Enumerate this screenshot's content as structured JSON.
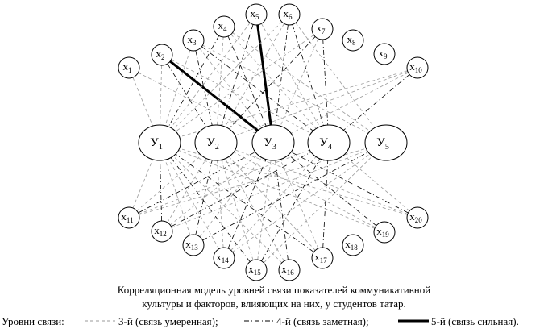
{
  "caption": {
    "line1": "Корреляционная модель уровней связи показателей коммуникативной",
    "line2": "культуры и факторов, влияющих на них, у студентов татар."
  },
  "legend": {
    "title": "Уровни связи:",
    "level3": "3-й (связь умеренная);",
    "level4": "4-й (связь заметная);",
    "level5": "5-й (связь сильная)."
  },
  "nodes": {
    "y": [
      {
        "id": "y1",
        "base": "У",
        "sub": "1"
      },
      {
        "id": "y2",
        "base": "У",
        "sub": "2"
      },
      {
        "id": "y3",
        "base": "У",
        "sub": "3"
      },
      {
        "id": "y4",
        "base": "У",
        "sub": "4"
      },
      {
        "id": "y5",
        "base": "У",
        "sub": "5"
      }
    ],
    "x_top": [
      {
        "id": "x1",
        "base": "x",
        "sub": "1"
      },
      {
        "id": "x2",
        "base": "x",
        "sub": "2"
      },
      {
        "id": "x3",
        "base": "x",
        "sub": "3"
      },
      {
        "id": "x4",
        "base": "x",
        "sub": "4"
      },
      {
        "id": "x5",
        "base": "x",
        "sub": "5"
      },
      {
        "id": "x6",
        "base": "x",
        "sub": "6"
      },
      {
        "id": "x7",
        "base": "x",
        "sub": "7"
      },
      {
        "id": "x8",
        "base": "x",
        "sub": "8"
      },
      {
        "id": "x9",
        "base": "x",
        "sub": "9"
      },
      {
        "id": "x10",
        "base": "x",
        "sub": "10"
      }
    ],
    "x_bottom": [
      {
        "id": "x11",
        "base": "x",
        "sub": "11"
      },
      {
        "id": "x12",
        "base": "x",
        "sub": "12"
      },
      {
        "id": "x13",
        "base": "x",
        "sub": "13"
      },
      {
        "id": "x14",
        "base": "x",
        "sub": "14"
      },
      {
        "id": "x15",
        "base": "x",
        "sub": "15"
      },
      {
        "id": "x16",
        "base": "x",
        "sub": "16"
      },
      {
        "id": "x17",
        "base": "x",
        "sub": "17"
      },
      {
        "id": "x18",
        "base": "x",
        "sub": "18"
      },
      {
        "id": "x19",
        "base": "x",
        "sub": "19"
      },
      {
        "id": "x20",
        "base": "x",
        "sub": "20"
      }
    ]
  },
  "edges": [
    [
      "x1",
      "y3",
      3
    ],
    [
      "x1",
      "y1",
      3
    ],
    [
      "x2",
      "y3",
      5
    ],
    [
      "x2",
      "y1",
      3
    ],
    [
      "x2",
      "y2",
      4
    ],
    [
      "x2",
      "y4",
      3
    ],
    [
      "x3",
      "y1",
      3
    ],
    [
      "x3",
      "y2",
      4
    ],
    [
      "x3",
      "y3",
      3
    ],
    [
      "x3",
      "y4",
      4
    ],
    [
      "x3",
      "y5",
      3
    ],
    [
      "x4",
      "y1",
      4
    ],
    [
      "x4",
      "y2",
      3
    ],
    [
      "x4",
      "y3",
      4
    ],
    [
      "x4",
      "y4",
      3
    ],
    [
      "x4",
      "y5",
      3
    ],
    [
      "x5",
      "y3",
      5
    ],
    [
      "x5",
      "y1",
      3
    ],
    [
      "x5",
      "y2",
      4
    ],
    [
      "x5",
      "y4",
      3
    ],
    [
      "x6",
      "y2",
      3
    ],
    [
      "x6",
      "y3",
      4
    ],
    [
      "x6",
      "y4",
      4
    ],
    [
      "x6",
      "y5",
      3
    ],
    [
      "x6",
      "y1",
      3
    ],
    [
      "x7",
      "y2",
      4
    ],
    [
      "x7",
      "y3",
      3
    ],
    [
      "x7",
      "y4",
      4
    ],
    [
      "x7",
      "y1",
      3
    ],
    [
      "x10",
      "y3",
      3
    ],
    [
      "x10",
      "y4",
      4
    ],
    [
      "x10",
      "y2",
      3
    ],
    [
      "x10",
      "y1",
      3
    ],
    [
      "x11",
      "y1",
      3
    ],
    [
      "x11",
      "y2",
      3
    ],
    [
      "x11",
      "y3",
      4
    ],
    [
      "x11",
      "y4",
      3
    ],
    [
      "x11",
      "y5",
      3
    ],
    [
      "x12",
      "y1",
      4
    ],
    [
      "x12",
      "y2",
      3
    ],
    [
      "x12",
      "y3",
      3
    ],
    [
      "x12",
      "y4",
      4
    ],
    [
      "x12",
      "y5",
      3
    ],
    [
      "x13",
      "y1",
      3
    ],
    [
      "x13",
      "y2",
      4
    ],
    [
      "x13",
      "y3",
      3
    ],
    [
      "x13",
      "y5",
      4
    ],
    [
      "x14",
      "y1",
      3
    ],
    [
      "x14",
      "y2",
      3
    ],
    [
      "x14",
      "y3",
      4
    ],
    [
      "x14",
      "y4",
      3
    ],
    [
      "x14",
      "y5",
      3
    ],
    [
      "x15",
      "y1",
      4
    ],
    [
      "x15",
      "y2",
      3
    ],
    [
      "x15",
      "y3",
      3
    ],
    [
      "x15",
      "y4",
      4
    ],
    [
      "x15",
      "y5",
      3
    ],
    [
      "x16",
      "y2",
      3
    ],
    [
      "x16",
      "y3",
      4
    ],
    [
      "x16",
      "y1",
      3
    ],
    [
      "x17",
      "y1",
      4
    ],
    [
      "x17",
      "y3",
      3
    ],
    [
      "x17",
      "y2",
      3
    ],
    [
      "x17",
      "y4",
      4
    ],
    [
      "x19",
      "y1",
      3
    ],
    [
      "x19",
      "y3",
      4
    ],
    [
      "x19",
      "y2",
      3
    ],
    [
      "x20",
      "y1",
      3
    ],
    [
      "x20",
      "y2",
      3
    ],
    [
      "x20",
      "y3",
      4
    ],
    [
      "x20",
      "y4",
      3
    ]
  ]
}
